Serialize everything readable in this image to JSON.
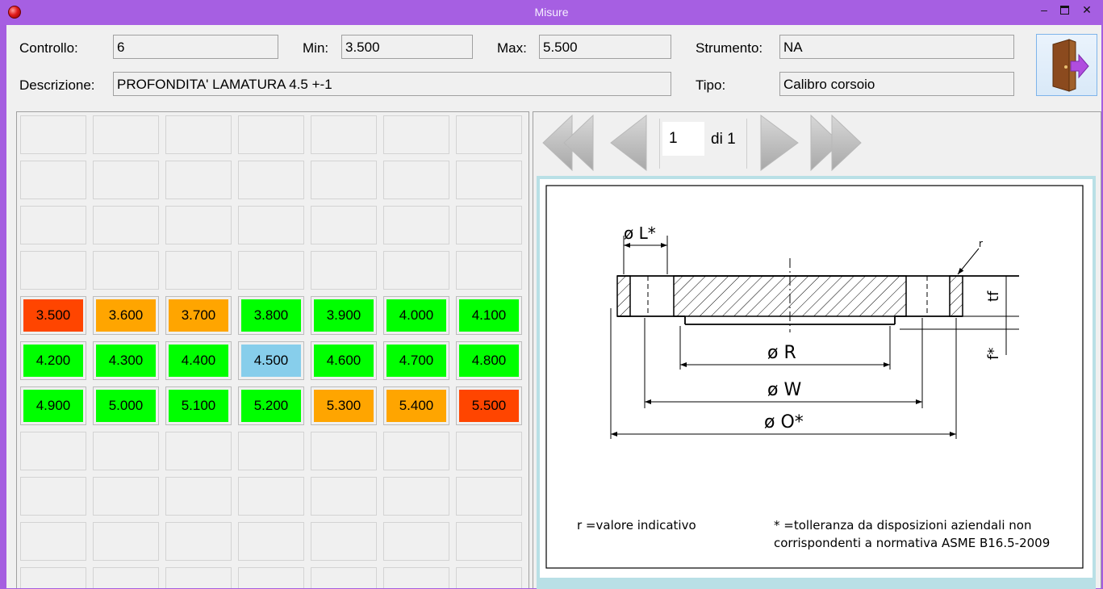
{
  "window": {
    "title": "Misure",
    "buttons": {
      "minimize": "–",
      "close": "✕"
    }
  },
  "header": {
    "controllo_label": "Controllo:",
    "controllo_value": "6",
    "min_label": "Min:",
    "min_value": "3.500",
    "max_label": "Max:",
    "max_value": "5.500",
    "strumento_label": "Strumento:",
    "strumento_value": "NA",
    "descrizione_label": "Descrizione:",
    "descrizione_value": "PROFONDITA' LAMATURA 4.5 +-1",
    "tipo_label": "Tipo:",
    "tipo_value": "Calibro corsoio",
    "exit_icon": "exit-door-icon"
  },
  "grid": {
    "columns": 7,
    "rows": 11,
    "colors": {
      "red": "#ff4500",
      "orange": "#ffa500",
      "green": "#00ff00",
      "blue": "#87ceeb"
    },
    "value_rows": [
      {
        "row": 4,
        "cells": [
          {
            "label": "3.500",
            "color": "red"
          },
          {
            "label": "3.600",
            "color": "orange"
          },
          {
            "label": "3.700",
            "color": "orange"
          },
          {
            "label": "3.800",
            "color": "green"
          },
          {
            "label": "3.900",
            "color": "green"
          },
          {
            "label": "4.000",
            "color": "green"
          },
          {
            "label": "4.100",
            "color": "green"
          }
        ]
      },
      {
        "row": 5,
        "cells": [
          {
            "label": "4.200",
            "color": "green"
          },
          {
            "label": "4.300",
            "color": "green"
          },
          {
            "label": "4.400",
            "color": "green"
          },
          {
            "label": "4.500",
            "color": "blue"
          },
          {
            "label": "4.600",
            "color": "green"
          },
          {
            "label": "4.700",
            "color": "green"
          },
          {
            "label": "4.800",
            "color": "green"
          }
        ]
      },
      {
        "row": 6,
        "cells": [
          {
            "label": "4.900",
            "color": "green"
          },
          {
            "label": "5.000",
            "color": "green"
          },
          {
            "label": "5.100",
            "color": "green"
          },
          {
            "label": "5.200",
            "color": "green"
          },
          {
            "label": "5.300",
            "color": "orange"
          },
          {
            "label": "5.400",
            "color": "orange"
          },
          {
            "label": "5.500",
            "color": "red"
          }
        ]
      }
    ]
  },
  "viewer": {
    "page_current": "1",
    "page_of": "di 1",
    "nav_icons": [
      "first-page-icon",
      "previous-page-icon",
      "next-page-icon",
      "last-page-icon"
    ],
    "drawing": {
      "labels": {
        "dia_l": "ø  L*",
        "r_small": "r",
        "tf": "tf",
        "f": "f*",
        "dia_r": "ø  R",
        "dia_w": "ø  W",
        "dia_o": "ø  O*"
      },
      "notes": {
        "left": "r =valore indicativo",
        "right_line1": "*  =tolleranza da disposizioni aziendali non",
        "right_line2": "corrispondenti a normativa ASME B16.5-2009"
      }
    }
  }
}
